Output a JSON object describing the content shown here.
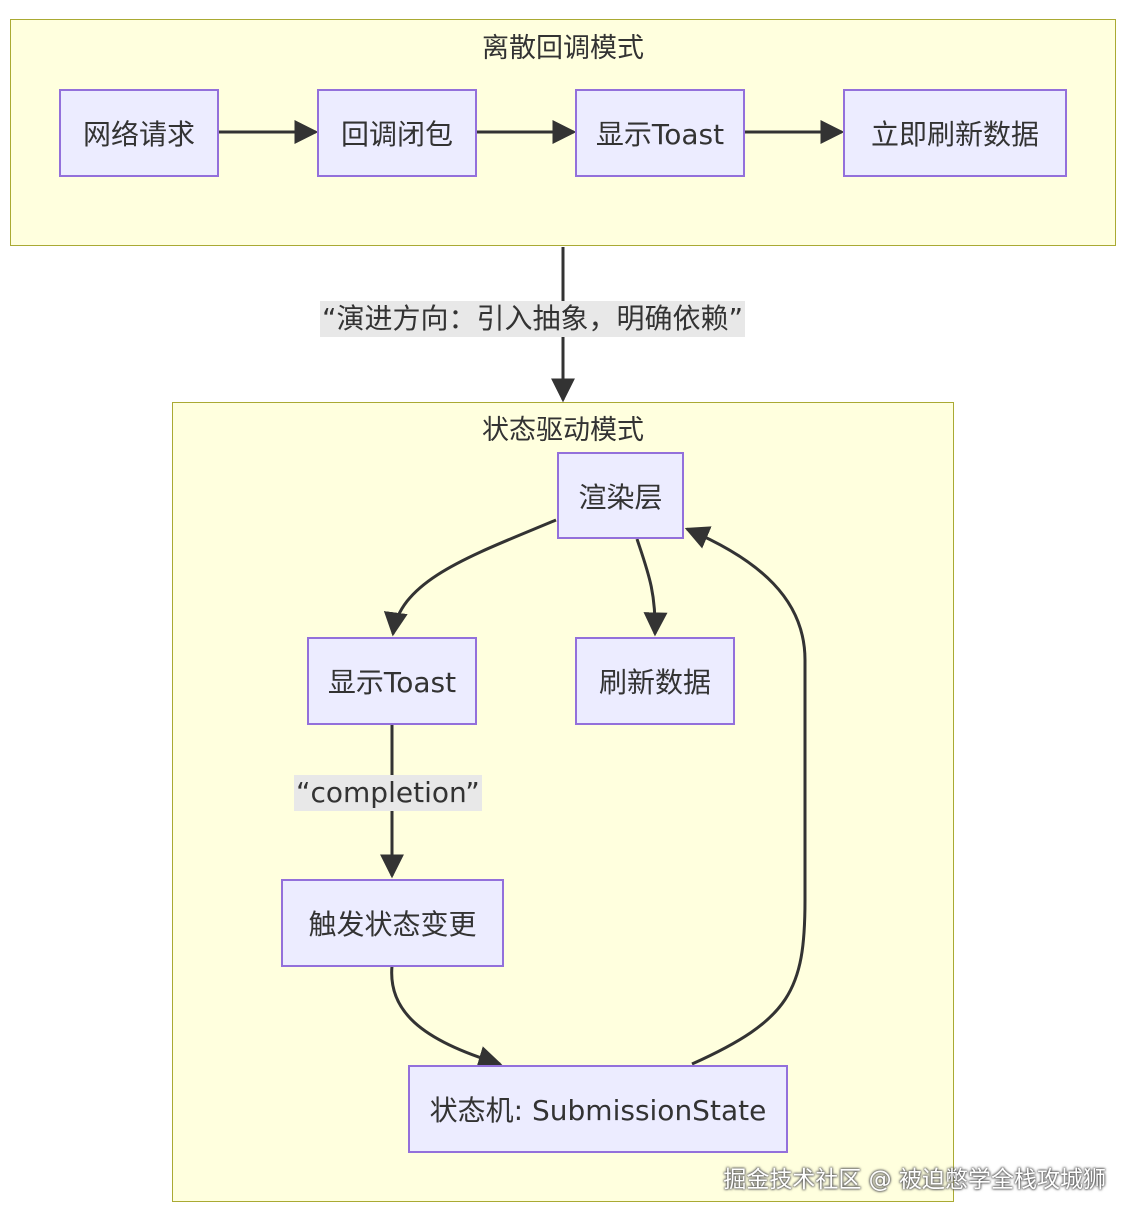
{
  "clusters": {
    "top": {
      "title": "离散回调模式"
    },
    "bottom": {
      "title": "状态驱动模式"
    }
  },
  "nodes": {
    "network_request": "网络请求",
    "callback_closure": "回调闭包",
    "show_toast_top": "显示Toast",
    "refresh_now": "立即刷新数据",
    "render_layer": "渲染层",
    "show_toast_bottom": "显示Toast",
    "refresh_data": "刷新数据",
    "trigger_state_change": "触发状态变更",
    "state_machine": "状态机: SubmissionState"
  },
  "edge_labels": {
    "evolution": "“演进方向：引入抽象，明确依赖”",
    "completion": "“completion”"
  },
  "watermark": "掘金技术社区 @ 被迫憋学全栈攻城狮",
  "colors": {
    "cluster_fill": "#ffffde",
    "cluster_border": "#aaaa33",
    "node_fill": "#ececff",
    "node_border": "#9370db",
    "edge": "#333333",
    "label_bg": "#e8e8e8"
  }
}
